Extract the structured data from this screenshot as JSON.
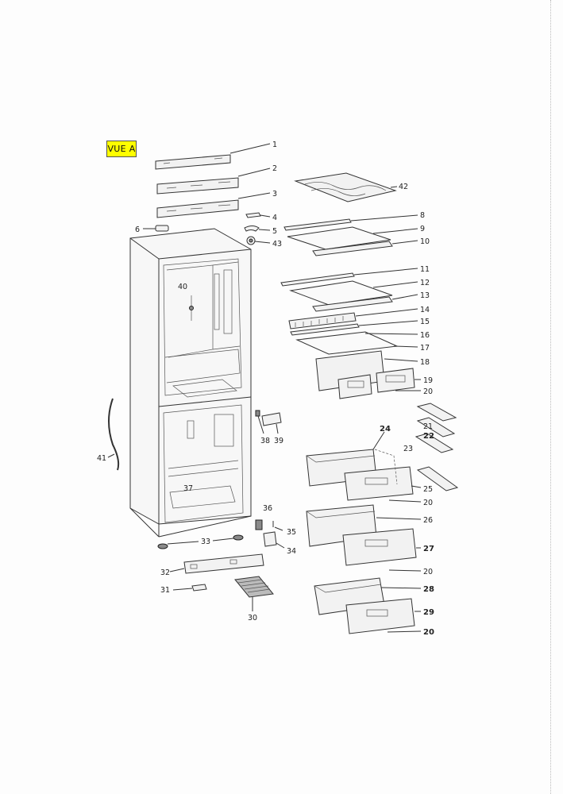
{
  "view_label": "VUE A",
  "callouts": [
    "1",
    "2",
    "3",
    "4",
    "5",
    "6",
    "8",
    "9",
    "10",
    "43",
    "42",
    "11",
    "12",
    "13",
    "14",
    "15",
    "16",
    "17",
    "18",
    "19",
    "20",
    "40",
    "41",
    "38",
    "39",
    "21",
    "22",
    "23",
    "24",
    "25",
    "20",
    "26",
    "27",
    "20",
    "28",
    "29",
    "20",
    "37",
    "36",
    "35",
    "33",
    "34",
    "32",
    "31",
    "30"
  ],
  "colors": {
    "label_background": "#ffff00",
    "line": "#333333",
    "background": "#fdfdfd"
  }
}
